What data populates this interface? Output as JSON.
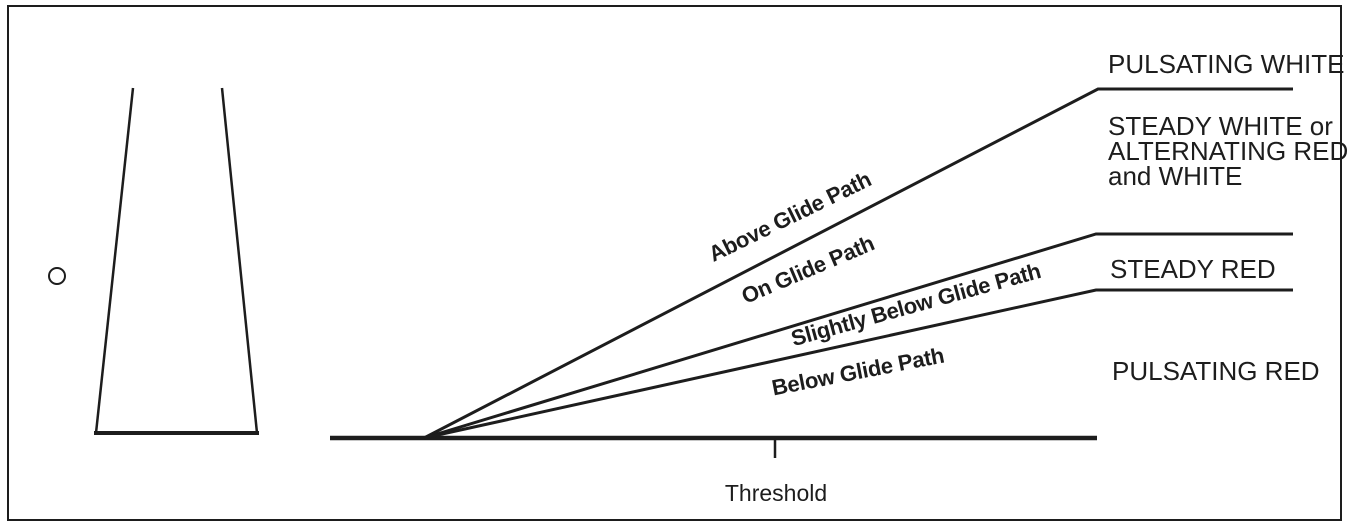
{
  "colors": {
    "ink": "#1d1d1d",
    "background": "#ffffff"
  },
  "threshold": {
    "label": "Threshold"
  },
  "glide_path_sectors": [
    {
      "label": "Above Glide Path",
      "indication": "PULSATING WHITE"
    },
    {
      "label": "On Glide Path",
      "indication": "STEADY WHITE or\nALTERNATING RED\nand WHITE"
    },
    {
      "label": "Slightly Below Glide Path",
      "indication": "STEADY RED"
    },
    {
      "label": "Below Glide Path",
      "indication": "PULSATING RED"
    }
  ]
}
